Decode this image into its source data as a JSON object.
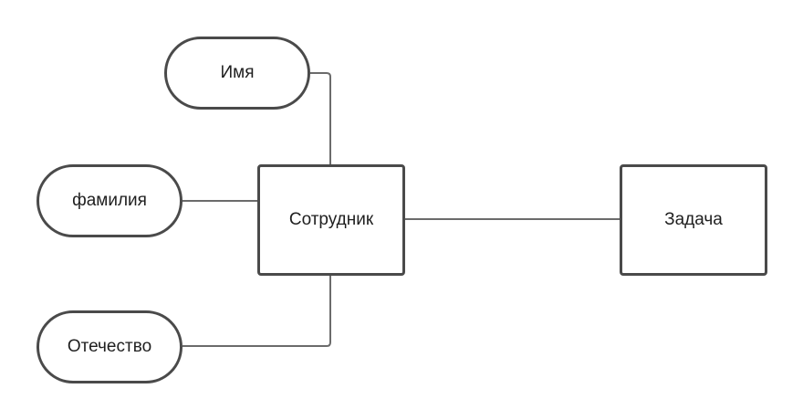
{
  "diagram": {
    "attributes": {
      "name": "Имя",
      "surname": "фамилия",
      "patronymic": "Отечество"
    },
    "entities": {
      "employee": "Сотрудник",
      "task": "Задача"
    },
    "line_color": "#6b6b6b",
    "border_color": "#4a4a4a"
  }
}
